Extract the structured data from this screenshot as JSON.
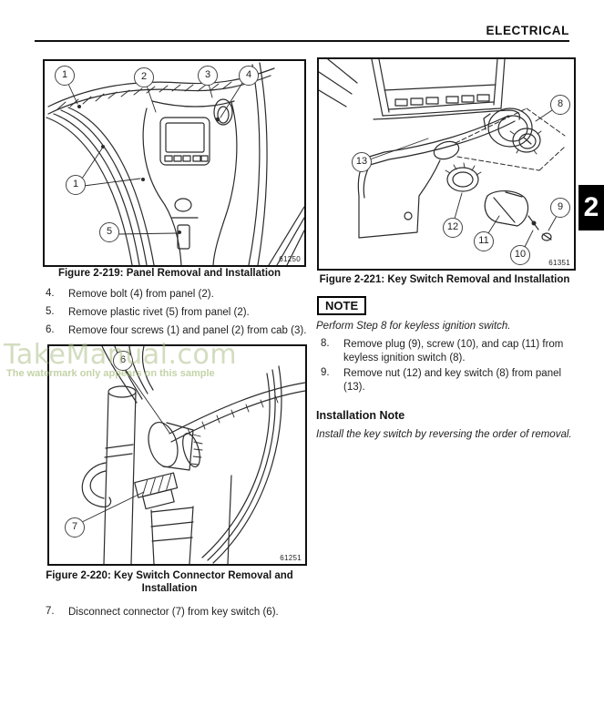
{
  "page": {
    "header": "ELECTRICAL",
    "chapter_tab": "2"
  },
  "watermark": {
    "title": "TakeManual.com",
    "subtitle": "The watermark only appears on this sample"
  },
  "figures": {
    "f219": {
      "caption": "Figure 2-219: Panel Removal and Installation",
      "image_number": "61250",
      "callouts": [
        "1",
        "2",
        "3",
        "4",
        "1",
        "5"
      ]
    },
    "f220": {
      "caption_line1": "Figure 2-220: Key Switch Connector Removal and",
      "caption_line2": "Installation",
      "image_number": "61251",
      "callouts": [
        "6",
        "7"
      ]
    },
    "f221": {
      "caption": "Figure 2-221: Key Switch Removal and Installation",
      "image_number": "61351",
      "callouts": [
        "8",
        "13",
        "12",
        "11",
        "9",
        "10"
      ]
    }
  },
  "steps": {
    "s4": {
      "num": "4.",
      "text": "Remove bolt (4) from panel (2)."
    },
    "s5": {
      "num": "5.",
      "text": "Remove plastic rivet (5) from panel (2)."
    },
    "s6": {
      "num": "6.",
      "text": "Remove four screws (1) and panel (2) from cab (3)."
    },
    "s7": {
      "num": "7.",
      "text": "Disconnect connector (7) from key switch (6)."
    },
    "s8": {
      "num": "8.",
      "text": "Remove plug (9), screw (10), and cap (11) from keyless ignition switch (8)."
    },
    "s9": {
      "num": "9.",
      "text": "Remove nut (12) and key switch (8) from panel (13)."
    }
  },
  "note": {
    "label": "NOTE",
    "body": "Perform Step 8 for keyless ignition switch."
  },
  "installation_note": {
    "heading": "Installation Note",
    "body": "Install the key switch by reversing the order of removal."
  }
}
